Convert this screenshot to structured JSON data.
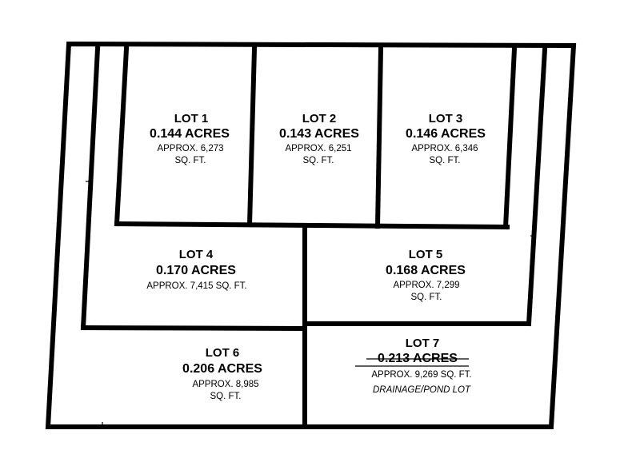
{
  "lots": [
    {
      "id": "lot-1",
      "name": "LOT 1",
      "acres": "0.144 ACRES",
      "sqft_line1": "APPROX. 6,273",
      "sqft_line2": "SQ. FT."
    },
    {
      "id": "lot-2",
      "name": "LOT 2",
      "acres": "0.143 ACRES",
      "sqft_line1": "APPROX. 6,251",
      "sqft_line2": "SQ. FT."
    },
    {
      "id": "lot-3",
      "name": "LOT 3",
      "acres": "0.146 ACRES",
      "sqft_line1": "APPROX. 6,346",
      "sqft_line2": "SQ. FT."
    },
    {
      "id": "lot-4",
      "name": "LOT 4",
      "acres": "0.170 ACRES",
      "sqft_line1": "APPROX. 7,415 SQ. FT.",
      "sqft_line2": ""
    },
    {
      "id": "lot-5",
      "name": "LOT 5",
      "acres": "0.168 ACRES",
      "sqft_line1": "APPROX. 7,299",
      "sqft_line2": "SQ. FT."
    },
    {
      "id": "lot-6",
      "name": "LOT 6",
      "acres": "0.206 ACRES",
      "sqft_line1": "APPROX. 8,985",
      "sqft_line2": "SQ. FT."
    },
    {
      "id": "lot-7",
      "name": "LOT 7",
      "acres": "0.213 ACRES",
      "sqft_line1": "APPROX. 9,269 SQ. FT.",
      "sqft_line2": "",
      "note": "DRAINAGE/POND LOT"
    }
  ],
  "colors": {
    "line": "#000000",
    "background": "#ffffff"
  }
}
